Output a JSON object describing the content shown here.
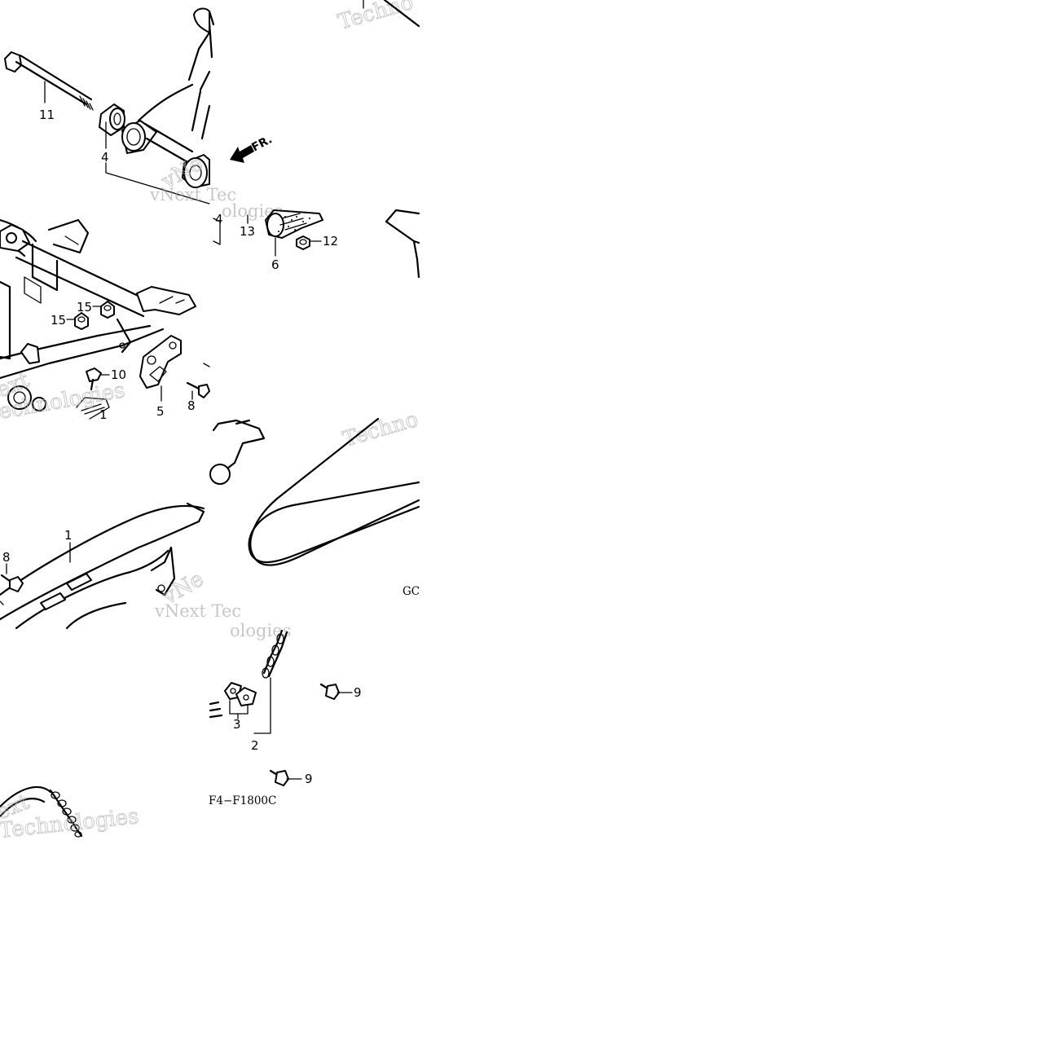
{
  "diagram": {
    "callouts": {
      "c1": "1",
      "c1b": "1",
      "c2": "2",
      "c3": "3",
      "c4a": "4",
      "c4b": "4",
      "c5": "5",
      "c6": "6",
      "c8a": "8",
      "c8b": "8",
      "c9a": "9",
      "c9b": "9",
      "c10": "10",
      "c11": "11",
      "c12": "12",
      "c13": "13",
      "c15a": "15",
      "c15b": "15"
    },
    "direction_label": "FR.",
    "diagram_code": "F4−F1800C",
    "diagram_code_partial": "GC"
  },
  "watermark": {
    "brand_short": "vNext Tec",
    "brand_fragment": "vNe",
    "technologies": "Technologies",
    "techno": "Techno",
    "ologies": "ologies",
    "echnologies": "echnologies",
    "ext": "ext"
  },
  "colors": {
    "line": "#000000",
    "background": "#ffffff",
    "watermark": "#9a9a9a"
  }
}
